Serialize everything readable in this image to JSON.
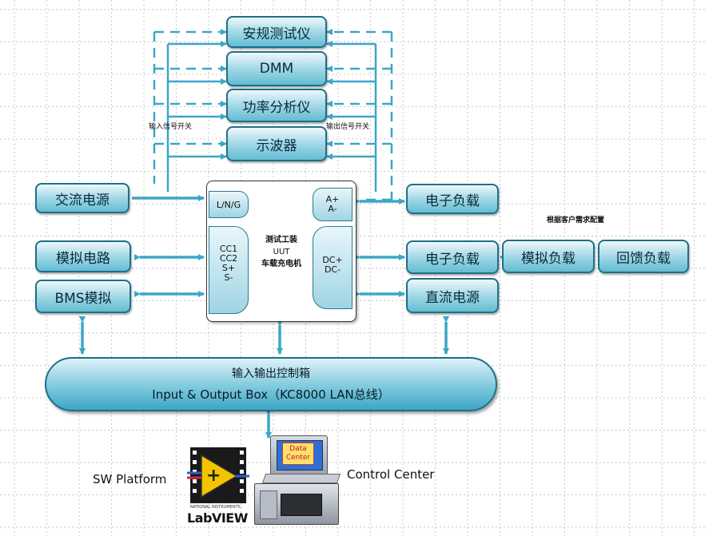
{
  "instruments": {
    "safety_tester": "安规测试仪",
    "dmm": "DMM",
    "power_analyzer": "功率分析仪",
    "oscilloscope": "示波器"
  },
  "signal_labels": {
    "input_switch": "输入信号开关",
    "output_switch": "输出信号开关"
  },
  "left_sources": {
    "ac_source": "交流电源",
    "analog_circuit": "模拟电路",
    "bms_sim": "BMS模拟"
  },
  "right_devices": {
    "eload_top": "电子负载",
    "eload_mid": "电子负载",
    "dc_source": "直流电源",
    "sim_load": "模拟负载",
    "regen_load": "回馈负载",
    "optional_note": "根据客户需求配置"
  },
  "uut": {
    "port_lng": "L/N/G",
    "port_cc": [
      "CC1",
      "CC2",
      "S+",
      "S-"
    ],
    "port_a": [
      "A+",
      "A-"
    ],
    "port_dc": [
      "DC+",
      "DC-"
    ],
    "title": [
      "测试工装",
      "UUT",
      "车载充电机"
    ]
  },
  "io_box": {
    "title_cn": "输入输出控制箱",
    "title_en": "Input  & Output Box（KC8000  LAN总线）"
  },
  "software": {
    "sw_platform": "SW Platform",
    "labview": "LabVIEW",
    "ni_text": "NATIONAL INSTRUMENTS",
    "control_center": "Control Center",
    "screen_text": [
      "Data",
      "Center"
    ]
  }
}
